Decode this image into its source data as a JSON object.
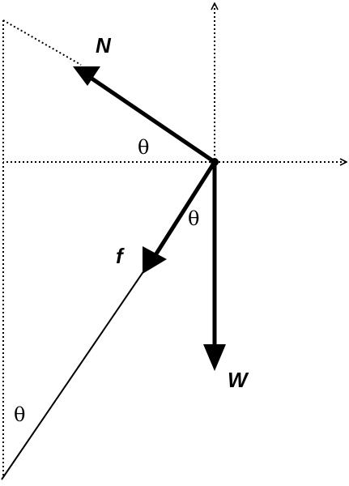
{
  "labels": {
    "normal_force": "N",
    "friction_force": "f",
    "weight": "W",
    "angle_between_N_and_horizontal": "θ",
    "angle_between_f_and_W": "θ",
    "angle_at_incline_base": "θ"
  },
  "colors": {
    "stroke": "#000000",
    "background": "#ffffff"
  }
}
